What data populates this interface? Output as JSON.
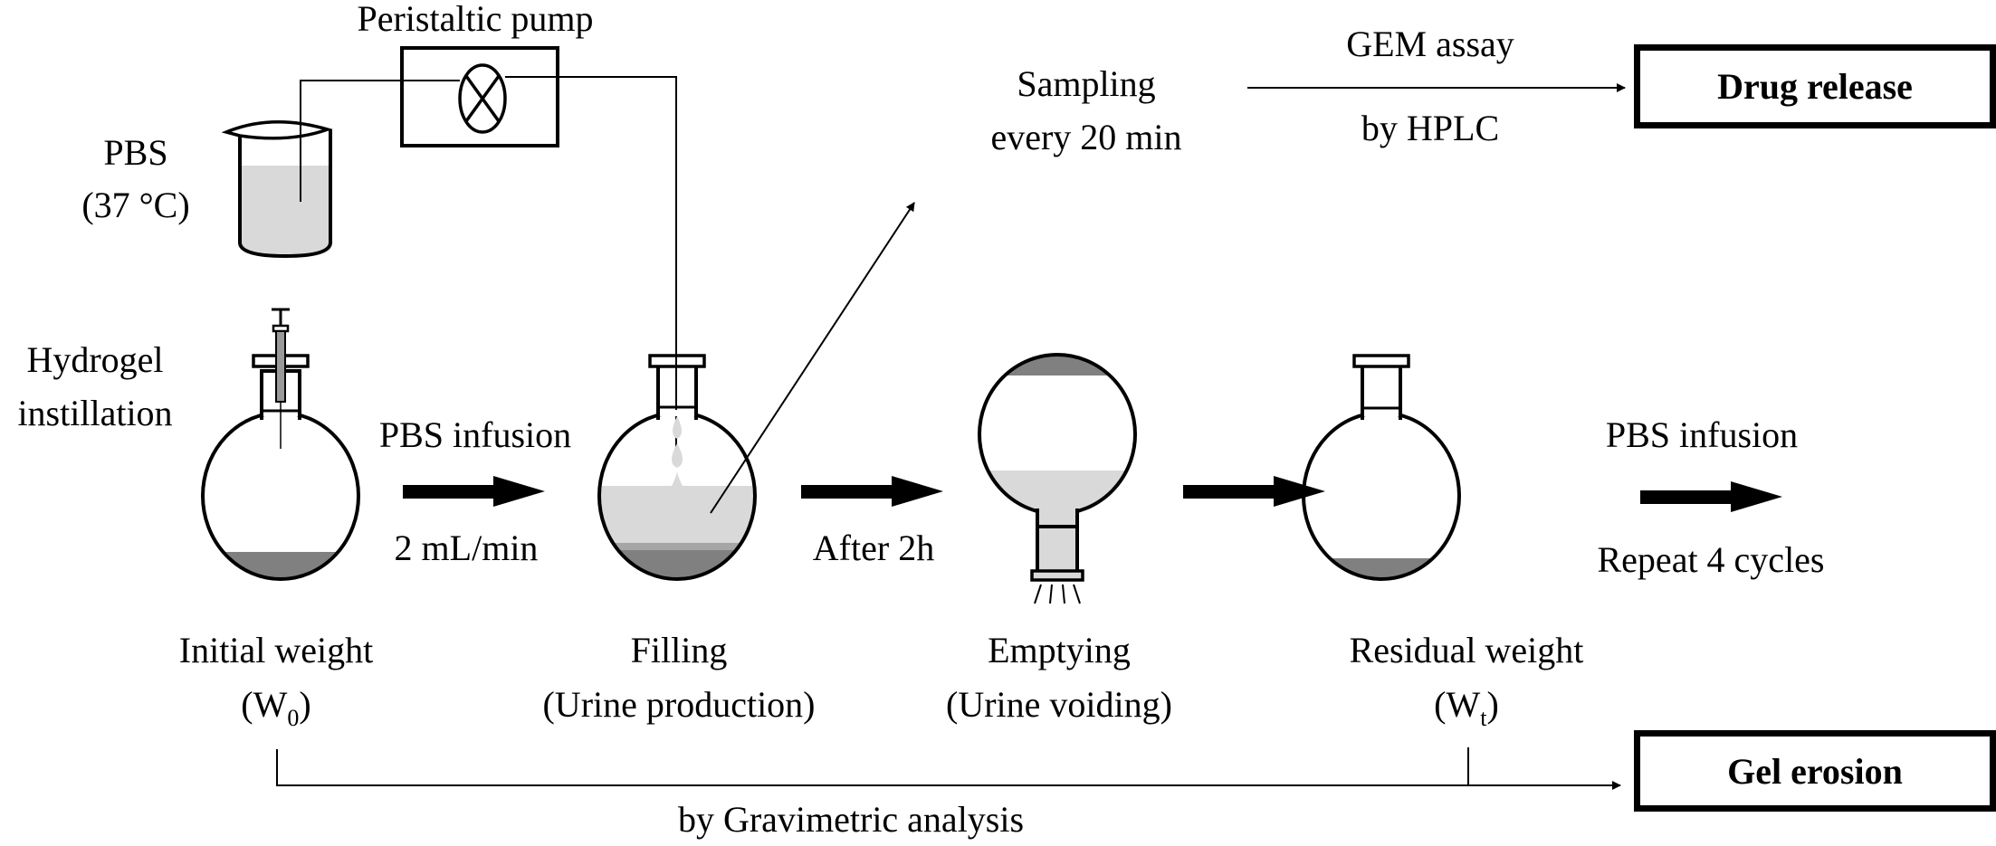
{
  "labels": {
    "pump": "Peristaltic pump",
    "pbs_line1": "PBS",
    "pbs_line2": "(37 °C)",
    "hydrogel_line1": "Hydrogel",
    "hydrogel_line2": "instillation",
    "infusion_top": "PBS infusion",
    "infusion_bottom": "2 mL/min",
    "after": "After 2h",
    "repeat_top": "PBS infusion",
    "repeat_bottom": "Repeat 4 cycles",
    "sampling_line1": "Sampling",
    "sampling_line2": "every 20 min",
    "assay_top": "GEM assay",
    "assay_bottom": "by HPLC",
    "gravimetric": "by Gravimetric  analysis"
  },
  "stages": [
    {
      "title": "Initial weight",
      "sub_prefix": "(W",
      "sub": "0",
      "sub_suffix": ")"
    },
    {
      "title": "Filling",
      "detail": "(Urine production)"
    },
    {
      "title": "Emptying",
      "detail": "(Urine voiding)"
    },
    {
      "title": "Residual weight",
      "sub_prefix": "(W",
      "sub": "t",
      "sub_suffix": ")"
    }
  ],
  "outputs": {
    "drug_release": "Drug release",
    "gel_erosion": "Gel erosion"
  },
  "colors": {
    "line": "#000000",
    "liquid": "#d9d9d9",
    "gel": "#808080",
    "gel_mid": "#a6a6a6"
  }
}
